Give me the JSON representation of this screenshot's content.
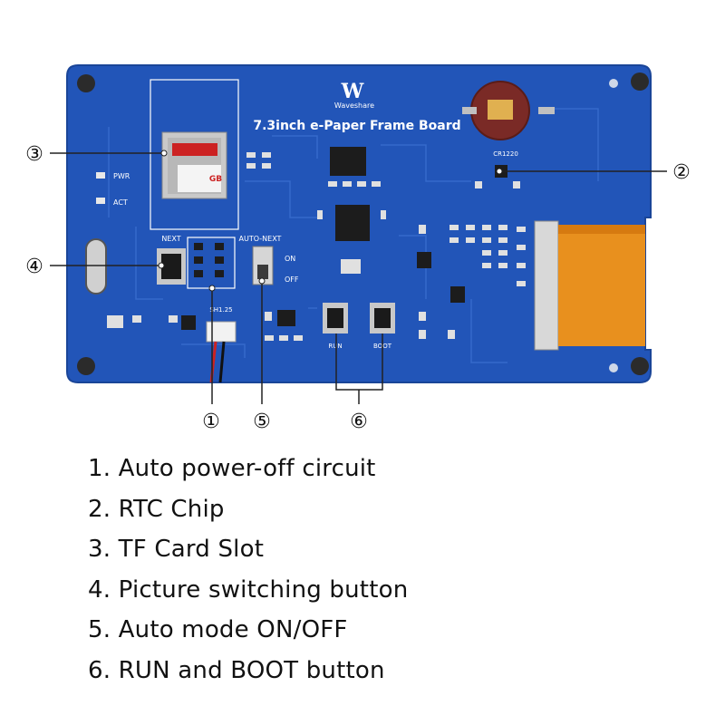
{
  "board": {
    "brand": "Waveshare",
    "title": "7.3inch e-Paper Frame Board",
    "battery_label": "CR1220",
    "connector_label": "SH1.25",
    "pwr_label": "PWR",
    "act_label": "ACT",
    "next_label": "NEXT",
    "auto_next_label": "AUTO-NEXT",
    "on_label": "ON",
    "off_label": "OFF",
    "run_label": "RUN",
    "boot_label": "BOOT",
    "sd_label": "GB"
  },
  "callouts": [
    "①",
    "②",
    "③",
    "④",
    "⑤",
    "⑥"
  ],
  "legend": [
    "1. Auto power-off circuit",
    "2. RTC Chip",
    "3. TF Card Slot",
    "4. Picture switching button",
    "5. Auto mode ON/OFF",
    "6. RUN and BOOT button"
  ],
  "colors": {
    "pcb": "#2255b8",
    "pcb_edge": "#1a4598",
    "trace": "#3a6fd0",
    "silkscreen": "#ffffff",
    "fpc": "#e8901e",
    "battery_holder": "#7a2a26",
    "ic": "#1c1c1c"
  }
}
